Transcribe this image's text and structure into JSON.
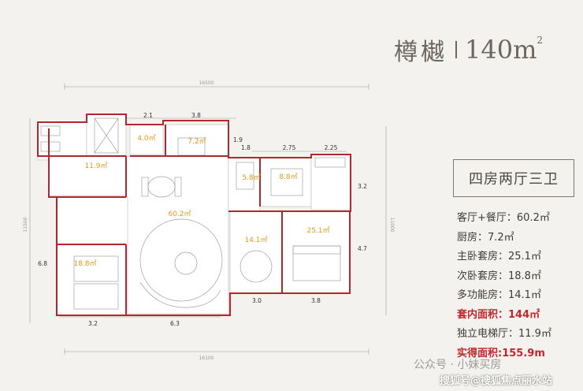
{
  "title": {
    "name": "樽樾",
    "area": "140m",
    "area_sup": "2"
  },
  "layout": "四房两厅三卫",
  "specs": [
    {
      "label": "客厅+餐厅：60.2㎡",
      "highlight": false
    },
    {
      "label": "厨房：7.2㎡",
      "highlight": false
    },
    {
      "label": "主卧套房：25.1㎡",
      "highlight": false
    },
    {
      "label": "次卧套房：18.8㎡",
      "highlight": false
    },
    {
      "label": "多功能房：14.1㎡",
      "highlight": false
    },
    {
      "label": "套内面积：144㎡",
      "highlight": true
    },
    {
      "label": "独立电梯厅：11.9㎡",
      "highlight": false
    },
    {
      "label": "实得面积:155.9m",
      "highlight": true
    }
  ],
  "dimensions": {
    "top": [
      "2.1",
      "3.8",
      "1.8",
      "2.75",
      "2.25",
      "1.9"
    ],
    "bottom": [
      "3.2",
      "6.3",
      "3.0",
      "3.8"
    ],
    "left": "6.8",
    "right": [
      "3.2",
      "4.7"
    ],
    "overall_top": "16500",
    "overall_bottom": "16100",
    "overall_left": "11500",
    "overall_right": "11000"
  },
  "room_areas": {
    "elevator_hall": "11.9㎡",
    "storage": "4.0㎡",
    "kitchen": "7.2㎡",
    "living": "60.2㎡",
    "bath": "5.8㎡",
    "bedroom_small": "8.8㎡",
    "multi_room": "14.1㎡",
    "master": "25.1㎡",
    "second": "18.8㎡"
  },
  "watermark": "公众号 · 小妹买房",
  "watermark2": "搜狐号@搜狐焦点丽水站",
  "colors": {
    "wall": "#b3262b",
    "area_text": "#e09a1e",
    "line": "#8c8c8c"
  }
}
